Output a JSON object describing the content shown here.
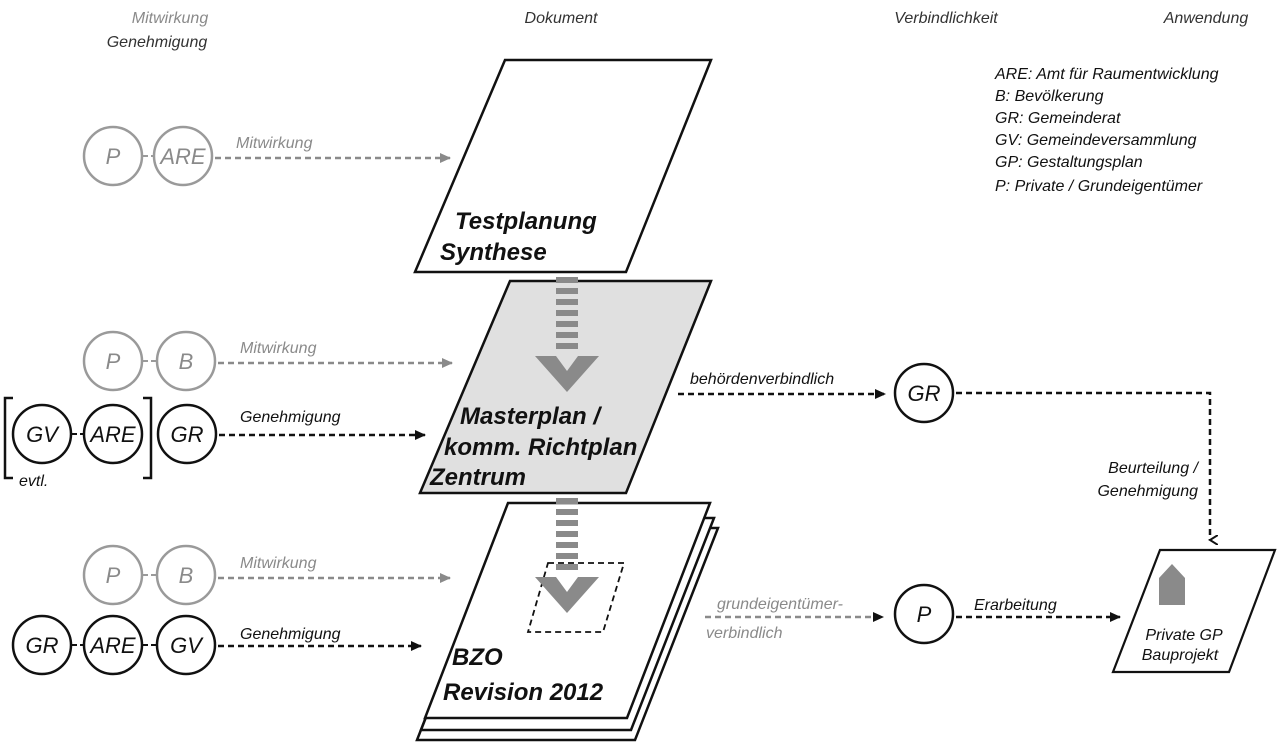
{
  "headers": {
    "mitwirkung": "Mitwirkung",
    "genehmigung": "Genehmigung",
    "dokument": "Dokument",
    "verbindlichkeit": "Verbindlichkeit",
    "anwendung": "Anwendung"
  },
  "legend": [
    "ARE: Amt für Raumentwicklung",
    "B: Bevölkerung",
    "GR: Gemeinderat",
    "GV: Gemeindeversammlung",
    "GP: Gestaltungsplan",
    "P: Private / Grundeigentümer"
  ],
  "documents": {
    "testplanung": {
      "line1": "Testplanung",
      "line2": "Synthese"
    },
    "masterplan": {
      "line1": "Masterplan /",
      "line2": "komm. Richtplan",
      "line3": "Zentrum"
    },
    "bzo": {
      "line1": "BZO",
      "line2": "Revision 2012"
    },
    "private_gp": {
      "line1": "Private GP",
      "line2": "Bauprojekt"
    }
  },
  "actors": {
    "row1": {
      "c1": "P",
      "c2": "ARE",
      "arrow_label": "Mitwirkung"
    },
    "row2": {
      "c1": "P",
      "c2": "B",
      "arrow_label": "Mitwirkung"
    },
    "row3": {
      "c1": "GV",
      "c2": "ARE",
      "c3": "GR",
      "arrow_label": "Genehmigung",
      "bracket_note": "evtl."
    },
    "row4": {
      "c1": "P",
      "c2": "B",
      "arrow_label": "Mitwirkung"
    },
    "row5": {
      "c1": "GR",
      "c2": "ARE",
      "c3": "GV",
      "arrow_label": "Genehmigung"
    }
  },
  "right": {
    "gr_node": "GR",
    "gr_arrow_label": "behördenverbindlich",
    "p_node": "P",
    "p_arrow_label_1": "grundeigentümer-",
    "p_arrow_label_2": "verbindlich",
    "erarbeitung": "Erarbeitung",
    "beurteilung_1": "Beurteilung /",
    "beurteilung_2": "Genehmigung"
  },
  "colors": {
    "gray": "#8a8a8a",
    "dark": "#111111",
    "plan_fill": "#e0e0e0",
    "arrow_fill": "#8a8a8a"
  }
}
